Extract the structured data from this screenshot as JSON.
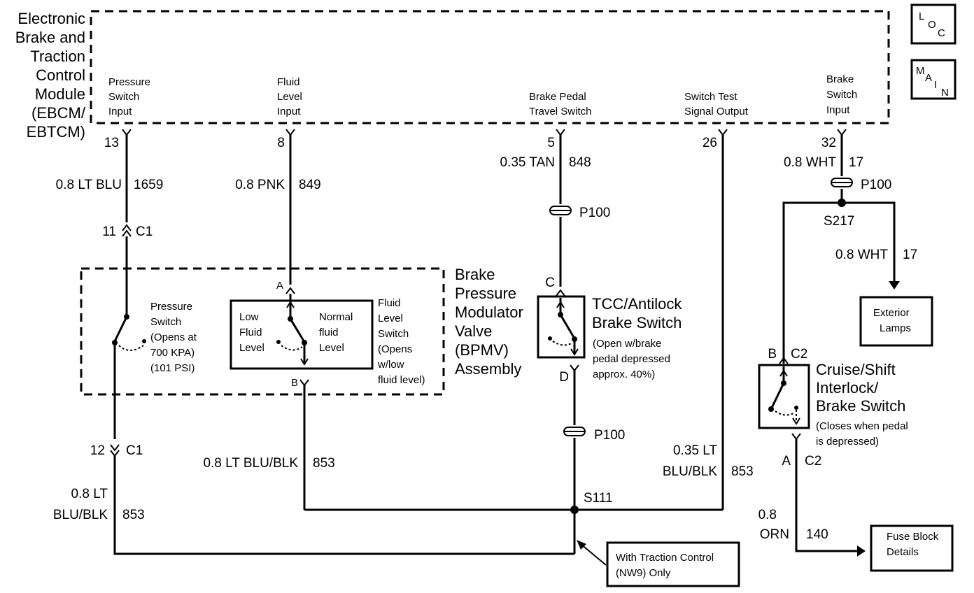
{
  "ebcm": {
    "title": [
      "Electronic",
      "Brake and",
      "Traction",
      "Control",
      "Module",
      "(EBCM/",
      "EBTCM)"
    ],
    "inputs": {
      "pressure_switch": [
        "Pressure",
        "Switch",
        "Input"
      ],
      "fluid_level": [
        "Fluid",
        "Level",
        "Input"
      ],
      "brake_pedal": [
        "Brake Pedal",
        "Travel Switch"
      ],
      "switch_test": [
        "Switch Test",
        "Signal Output"
      ],
      "brake_switch": [
        "Brake",
        "Switch",
        "Input"
      ]
    },
    "pins": {
      "p13": "13",
      "p8": "8",
      "p5": "5",
      "p26": "26",
      "p32": "32"
    }
  },
  "side_icons": {
    "loc": [
      "L",
      "O",
      "C"
    ],
    "main": [
      "M",
      "A",
      "I",
      "N"
    ]
  },
  "wires": {
    "w1659": {
      "gauge": "0.8 LT BLU",
      "circuit": "1659"
    },
    "w849": {
      "gauge": "0.8 PNK",
      "circuit": "849"
    },
    "w848": {
      "gauge": "0.35 TAN",
      "circuit": "848"
    },
    "w17a": {
      "gauge": "0.8 WHT",
      "circuit": "17"
    },
    "w17b": {
      "gauge": "0.8 WHT",
      "circuit": "17"
    },
    "w853a": {
      "gauge": "0.8 LT BLU/BLK",
      "circuit": "853"
    },
    "w853b": {
      "gauge": [
        "0.35 LT",
        "BLU/BLK"
      ],
      "circuit": "853"
    },
    "w853c": {
      "gauge": [
        "0.8 LT",
        "BLU/BLK"
      ],
      "circuit": "853"
    },
    "w140": {
      "gauge": [
        "0.8",
        "ORN"
      ],
      "circuit": "140"
    }
  },
  "connectors": {
    "c1_top": {
      "pin": "11",
      "name": "C1"
    },
    "c1_bot": {
      "pin": "12",
      "name": "C1"
    },
    "p100_a": "P100",
    "p100_b": "P100",
    "p100_c": "P100",
    "pin_a": "A",
    "pin_b": "B",
    "pin_c": "C",
    "pin_d": "D",
    "c2_b": {
      "pin": "B",
      "name": "C2"
    },
    "c2_a": {
      "pin": "A",
      "name": "C2"
    }
  },
  "splices": {
    "s217": "S217",
    "s111": "S111"
  },
  "bpmv": {
    "title": [
      "Brake",
      "Pressure",
      "Modulator",
      "Valve",
      "(BPMV)",
      "Assembly"
    ],
    "pressure_switch": [
      "Pressure",
      "Switch",
      "(Opens at",
      "700 KPA)",
      "(101 PSI)"
    ],
    "low_fluid": [
      "Low",
      "Fluid",
      "Level"
    ],
    "normal_fluid": [
      "Normal",
      "fluid",
      "Level"
    ],
    "fluid_switch": [
      "Fluid",
      "Level",
      "Switch",
      "(Opens",
      "w/low",
      "fluid level)"
    ]
  },
  "tcc_switch": {
    "title": [
      "TCC/Antilock",
      "Brake Switch"
    ],
    "note": [
      "(Open w/brake",
      "pedal depressed",
      "approx. 40%)"
    ]
  },
  "cruise_switch": {
    "title": [
      "Cruise/Shift",
      "Interlock/",
      "Brake Switch"
    ],
    "note": [
      "(Closes when pedal",
      "is depressed)"
    ]
  },
  "exterior_lamps": [
    "Exterior",
    "Lamps"
  ],
  "fuse_block": [
    "Fuse Block",
    "Details"
  ],
  "traction_note": [
    "With Traction Control",
    "(NW9) Only"
  ]
}
